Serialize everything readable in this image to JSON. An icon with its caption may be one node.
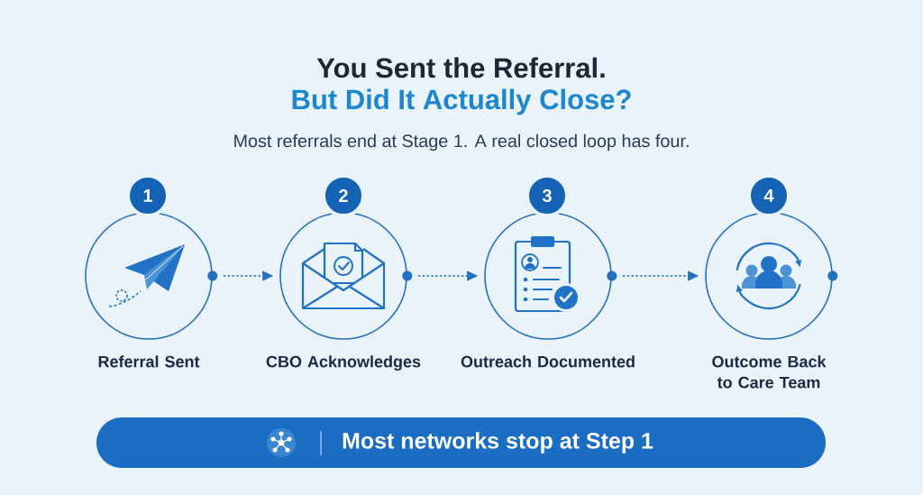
{
  "diagram": {
    "title": "You Sent the Referral.",
    "nodes": [
      {
        "text": [
          "1"
        ]
      },
      {
        "text": [],
        "shape": "circle",
        "beside": [
          "Referral Sent"
        ]
      },
      {
        "text": [
          "2"
        ]
      },
      {
        "text": [],
        "shape": "circle",
        "beside": [
          "CBO Acknowledges"
        ]
      },
      {
        "text": [
          "3"
        ]
      },
      {
        "text": [],
        "shape": "circle",
        "beside": [
          "Outreach Documented"
        ]
      },
      {
        "text": [
          "4"
        ]
      },
      {
        "text": [],
        "shape": "circle",
        "beside": [
          "Outcome Back to Care Team"
        ]
      },
      {
        "text": [
          "Most networks stop at Step 1"
        ]
      }
    ],
    "edges": [
      {
        "from": 1,
        "to": 3,
        "arrow": "to",
        "style": "dashed"
      },
      {
        "from": 3,
        "to": 5,
        "arrow": "to",
        "style": "dashed"
      },
      {
        "from": 5,
        "to": 7,
        "arrow": "to",
        "style": "dashed"
      }
    ],
    "labels": [
      "But Did It Actually Close?",
      "Most referrals end at Stage 1. A real closed loop has four."
    ]
  }
}
